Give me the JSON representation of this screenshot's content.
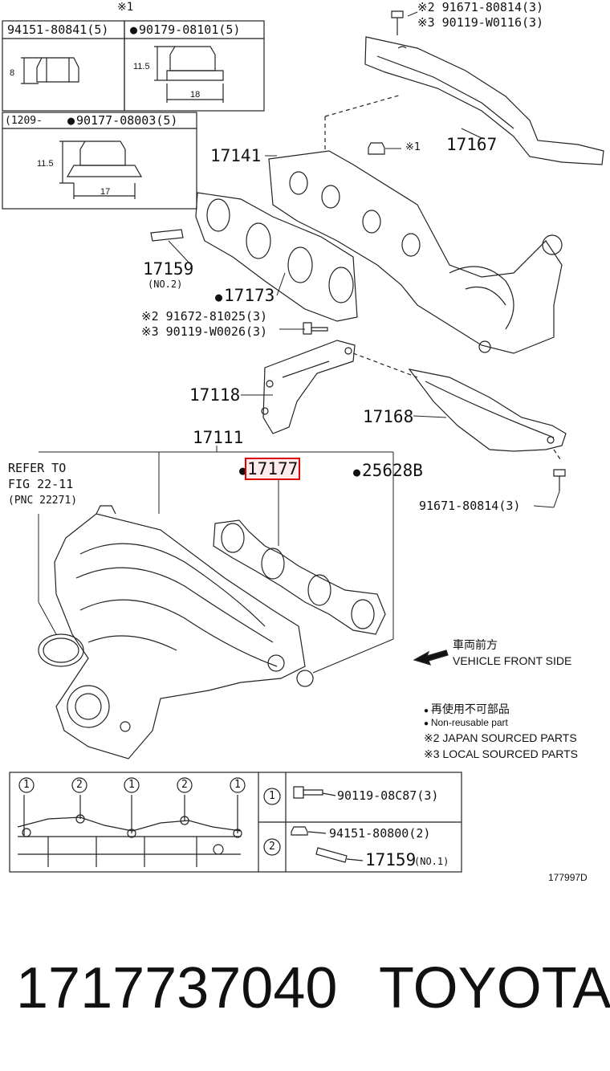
{
  "top_note": "※1",
  "fastener_table": {
    "col1_part": "94151-80841(5)",
    "col2_part": "90179-08101(5)",
    "row2_date": "(1209-",
    "row2_part": "90177-08003(5)",
    "dim_8": "8",
    "dim_11_5_a": "11.5",
    "dim_18": "18",
    "dim_11_5_b": "11.5",
    "dim_17": "17"
  },
  "callouts": {
    "top_bolt_j": "※2 91671-80814(3)",
    "top_bolt_l": "※3 90119-W0116(3)",
    "heat_insulator_upper": "17167",
    "exhaust_manifold": "17141",
    "nut_note": "※1",
    "stud": "17159",
    "stud_note": "(NO.2)",
    "exhaust_gasket": "17173",
    "bolt_j": "※2 91672-81025(3)",
    "bolt_l": "※3 90119-W0026(3)",
    "stay": "17118",
    "heat_insulator_lower": "17168",
    "intake_manifold": "17111",
    "refer_line1": "REFER TO",
    "refer_line2": "FIG 22-11",
    "refer_line3": "(PNC 22271)",
    "intake_gasket": "17177",
    "oring": "25628B",
    "lower_bolt": "91671-80814(3)"
  },
  "front_side": {
    "jp": "車両前方",
    "en": "VEHICLE FRONT SIDE"
  },
  "legend": {
    "nonreusable_jp": "再使用不可部品",
    "nonreusable_en": "Non-reusable part",
    "japan_sourced": "※2 JAPAN SOURCED PARTS",
    "local_sourced": "※3 LOCAL SOURCED PARTS"
  },
  "detail_box": {
    "marker_1": "1",
    "marker_2": "2",
    "part_1": "90119-08C87(3)",
    "part_2": "94151-80800(2)",
    "part_3": "17159",
    "part_3_note": "(NO.1)"
  },
  "diagram_code": "177997D",
  "footer": {
    "part_number": "1717737040",
    "brand": "TOYOTA"
  }
}
